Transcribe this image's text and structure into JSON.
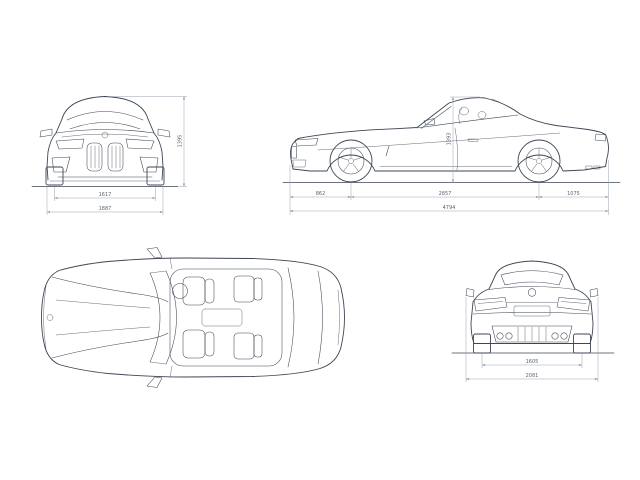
{
  "drawing": {
    "type": "car-dimensional-blueprint",
    "colors": {
      "background": "#ffffff",
      "car_line": "#3e4554",
      "dim_line": "#99a1af",
      "dim_text": "#5c6370"
    },
    "front": {
      "track": "1617",
      "width": "1887",
      "height": "1395"
    },
    "side": {
      "front_overhang": "862",
      "wheelbase": "2857",
      "rear_overhang": "1075",
      "length": "4794",
      "height": "1393"
    },
    "rear": {
      "track": "1605",
      "width_with_mirrors": "2081"
    }
  }
}
